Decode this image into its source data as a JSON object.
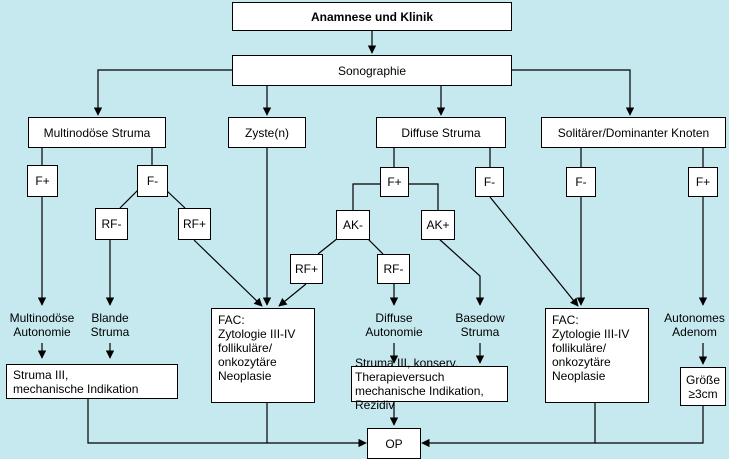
{
  "nodes": {
    "anamnese": "Anamnese und Klinik",
    "sonographie": "Sonographie",
    "multinodose": "Multinodöse Struma",
    "zyste": "Zyste(n)",
    "diffuse": "Diffuse Struma",
    "solitaer": "Solitärer/Dominanter Knoten",
    "f_plus_1": "F+",
    "f_minus_1": "F-",
    "rf_minus_1": "RF-",
    "rf_plus_1": "RF+",
    "f_plus_2": "F+",
    "f_minus_2": "F-",
    "ak_minus": "AK-",
    "ak_plus": "AK+",
    "rf_plus_2": "RF+",
    "rf_minus_2": "RF-",
    "f_minus_3": "F-",
    "f_plus_3": "F+",
    "multinodose_autonomie": "Multinodöse\nAutonomie",
    "blande_struma": "Blande\nStruma",
    "diffuse_autonomie": "Diffuse\nAutonomie",
    "basedow_struma": "Basedow\nStruma",
    "autonomes_adenom": "Autonomes\nAdenom",
    "fac_1": "FAC:\nZytologie III-IV\nfollikuläre/\nonkozytäre\nNeoplasie",
    "fac_2": "FAC:\nZytologie III-IV\nfollikuläre/\nonkozytäre\nNeoplasie",
    "struma_iii_1": "Struma III,\nmechanische Indikation",
    "struma_iii_2": "Struma III, konserv. Therapieversuch\nmechanische Indikation, Rezidiv",
    "groesse": "Größe\n≥3cm",
    "op": "OP"
  },
  "colors": {
    "background": "#c6e9ef",
    "box": "#ffffff",
    "line": "#000000"
  }
}
